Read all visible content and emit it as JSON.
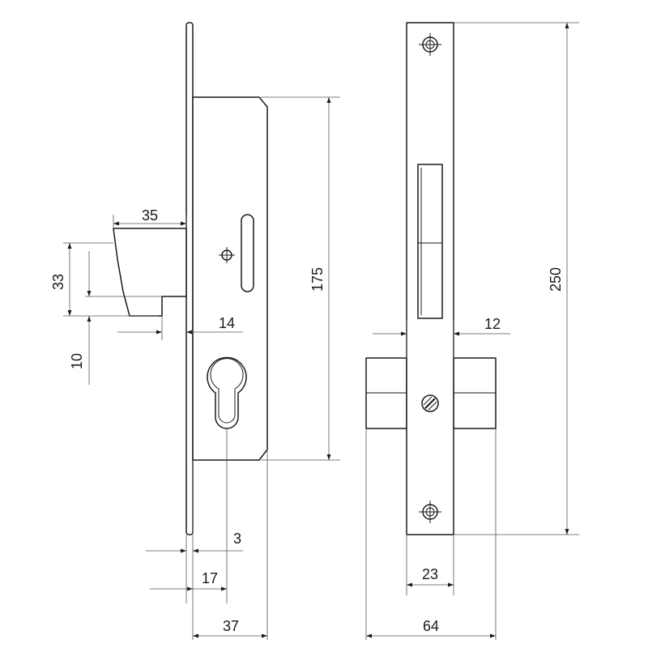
{
  "dimensions": {
    "bolt_depth": "35",
    "latch_height": "33",
    "latch_offset": "10",
    "latch_projection": "14",
    "case_height": "175",
    "faceplate_thickness": "3",
    "backset": "17",
    "case_depth": "37",
    "faceplate_width": "12",
    "front_width": "23",
    "overall_width": "64",
    "faceplate_length": "250"
  }
}
